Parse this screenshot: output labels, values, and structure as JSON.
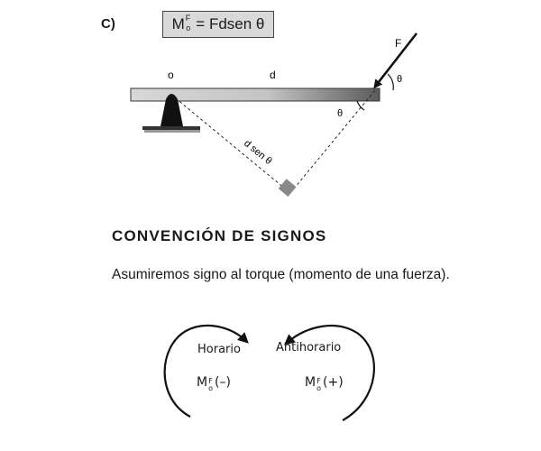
{
  "part_label": "C)",
  "formula": {
    "symbol": "M",
    "superscript": "F",
    "subscript": "o",
    "rhs": "= Fdsen θ"
  },
  "diagram": {
    "pivot_label": "o",
    "distance_label": "d",
    "force_label": "F",
    "angle_label_force": "θ",
    "angle_label_bar": "θ",
    "perpendicular_label": "d sen θ"
  },
  "section_title": "CONVENCIÓN DE SIGNOS",
  "paragraph": "Asumiremos signo al torque (momento de una fuerza).",
  "conventions": {
    "clockwise": {
      "label": "Horario",
      "symbol": "M",
      "superscript": "F",
      "subscript": "o",
      "sign": "(–)"
    },
    "counterclockwise": {
      "label": "Antihorario",
      "symbol": "M",
      "superscript": "F",
      "subscript": "o",
      "sign": "(+)"
    }
  }
}
